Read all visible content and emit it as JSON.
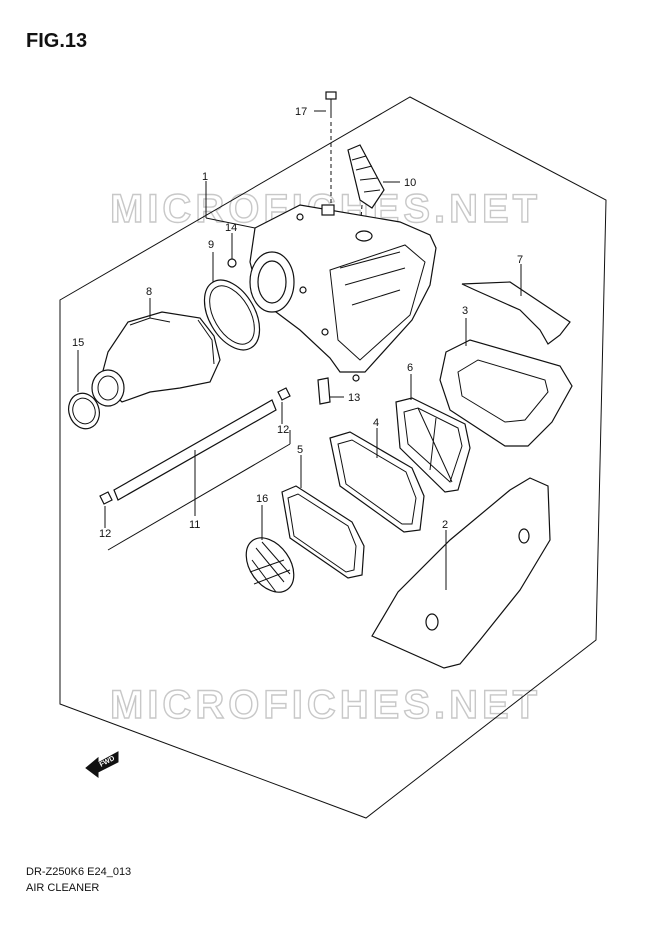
{
  "figure": {
    "title": "FIG.13"
  },
  "watermark": {
    "text": "MICROFICHES.NET"
  },
  "callouts": [
    {
      "id": "17",
      "label": "17"
    },
    {
      "id": "10",
      "label": "10"
    },
    {
      "id": "1",
      "label": "1"
    },
    {
      "id": "14",
      "label": "14"
    },
    {
      "id": "9",
      "label": "9"
    },
    {
      "id": "7",
      "label": "7"
    },
    {
      "id": "8",
      "label": "8"
    },
    {
      "id": "3",
      "label": "3"
    },
    {
      "id": "15",
      "label": "15"
    },
    {
      "id": "6",
      "label": "6"
    },
    {
      "id": "13",
      "label": "13"
    },
    {
      "id": "4",
      "label": "4"
    },
    {
      "id": "12a",
      "label": "12"
    },
    {
      "id": "5",
      "label": "5"
    },
    {
      "id": "16",
      "label": "16"
    },
    {
      "id": "2",
      "label": "2"
    },
    {
      "id": "11",
      "label": "11"
    },
    {
      "id": "12b",
      "label": "12"
    }
  ],
  "fwd_arrow": {
    "text": "FWD"
  },
  "footer": {
    "code": "DR-Z250K6 E24_013",
    "name": "AIR CLEANER"
  }
}
